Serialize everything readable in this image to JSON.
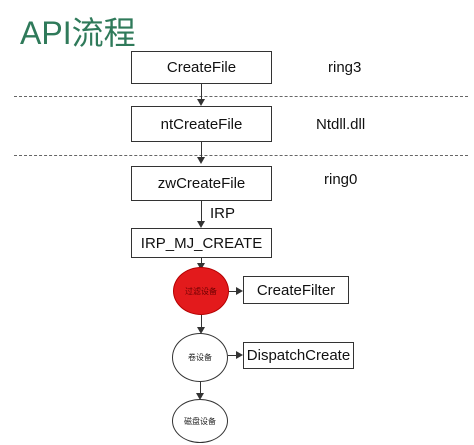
{
  "title": "API流程",
  "nodes": {
    "create_file": "CreateFile",
    "nt_create_file": "ntCreateFile",
    "zw_create_file": "zwCreateFile",
    "irp_mj_create": "IRP_MJ_CREATE",
    "filter_device": "过滤设备",
    "volume_device": "卷设备",
    "disk_device": "磁盘设备",
    "create_filter": "CreateFilter",
    "dispatch_create": "DispatchCreate"
  },
  "labels": {
    "ring3": "ring3",
    "ntdll": "Ntdll.dll",
    "ring0": "ring0",
    "irp": "IRP"
  },
  "colors": {
    "title": "#2f7a5a",
    "filter_device_fill": "#e31a1c"
  }
}
